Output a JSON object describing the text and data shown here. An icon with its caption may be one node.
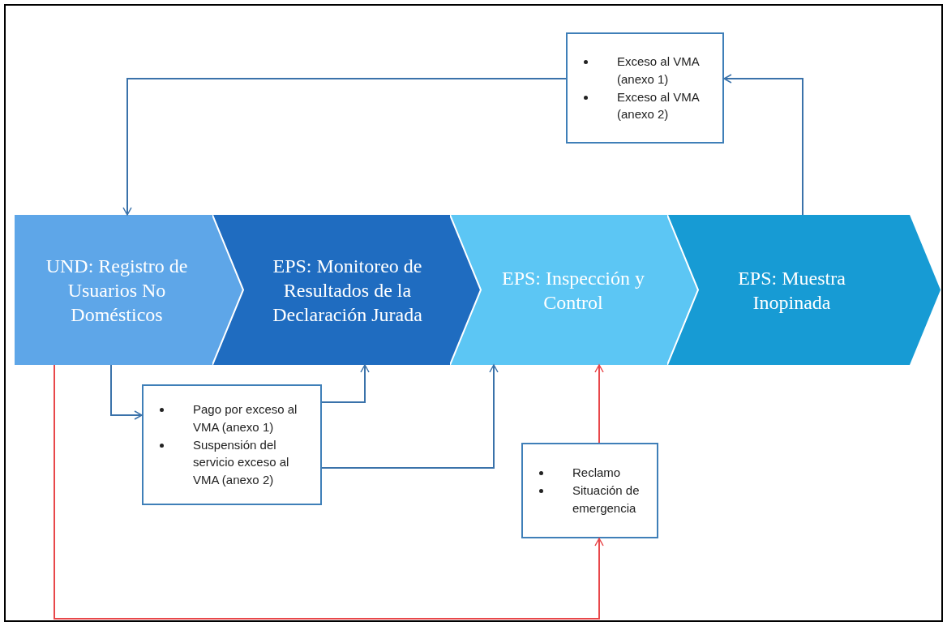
{
  "diagram": {
    "nodes": [
      {
        "text": [
          "UND: Registro de Usuarios No Domésticos"
        ]
      },
      {
        "text": [
          "EPS: Monitoreo de Resultados de la Declaración Jurada"
        ]
      },
      {
        "text": [
          "EPS: Inspección y Control"
        ]
      },
      {
        "text": [
          "EPS: Muestra Inopinada"
        ]
      },
      {
        "text": [
          "Exceso al VMA (anexo 1)",
          "Exceso al VMA (anexo 2)"
        ]
      },
      {
        "text": [
          "Pago por exceso al VMA (anexo 1)",
          "Suspensión del servicio exceso al VMA (anexo 2)"
        ]
      },
      {
        "text": [
          "Reclamo",
          "Situación de emergencia"
        ]
      }
    ],
    "edges": [
      {
        "from": 3,
        "to": 4,
        "arrow": "to"
      },
      {
        "from": 4,
        "to": 0,
        "arrow": "to"
      },
      {
        "from": 0,
        "to": 5,
        "arrow": "to"
      },
      {
        "from": 5,
        "to": 1,
        "arrow": "to"
      },
      {
        "from": 5,
        "to": 2,
        "arrow": "to"
      },
      {
        "from": 0,
        "to": 6,
        "arrow": "to",
        "color": "#e8474a"
      },
      {
        "from": 6,
        "to": 2,
        "arrow": "to",
        "color": "#e8474a"
      }
    ]
  }
}
